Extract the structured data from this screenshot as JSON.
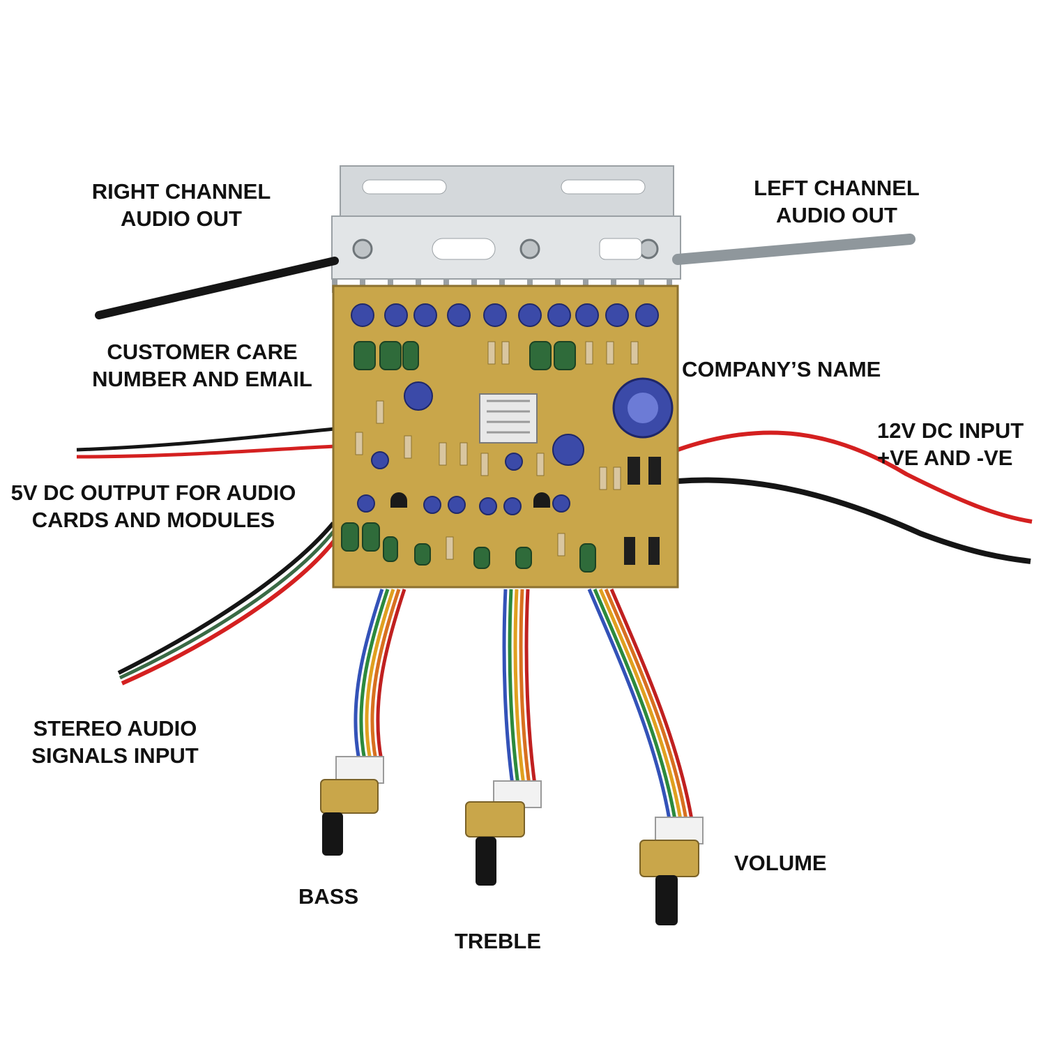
{
  "labels": {
    "right_channel": [
      "RIGHT CHANNEL",
      "AUDIO OUT"
    ],
    "left_channel": [
      "LEFT CHANNEL",
      "AUDIO OUT"
    ],
    "customer_care": [
      "CUSTOMER CARE",
      "NUMBER AND EMAIL"
    ],
    "company_name": [
      "COMPANY’S NAME"
    ],
    "dc_input": [
      "12V DC INPUT",
      "+VE AND -VE"
    ],
    "dc_output": [
      "5V DC OUTPUT FOR  AUDIO",
      "CARDS AND MODULES"
    ],
    "stereo_input": [
      "STEREO AUDIO",
      "SIGNALS INPUT"
    ],
    "bass": [
      "BASS"
    ],
    "treble": [
      "TREBLE"
    ],
    "volume": [
      "VOLUME"
    ]
  },
  "colors": {
    "pcb": "#c9a64a",
    "heatsink": "#cfd3d6",
    "wire_red": "#d42020",
    "wire_black": "#151515",
    "wire_grey": "#8f979c",
    "capacitor": "#3b4aa8"
  }
}
